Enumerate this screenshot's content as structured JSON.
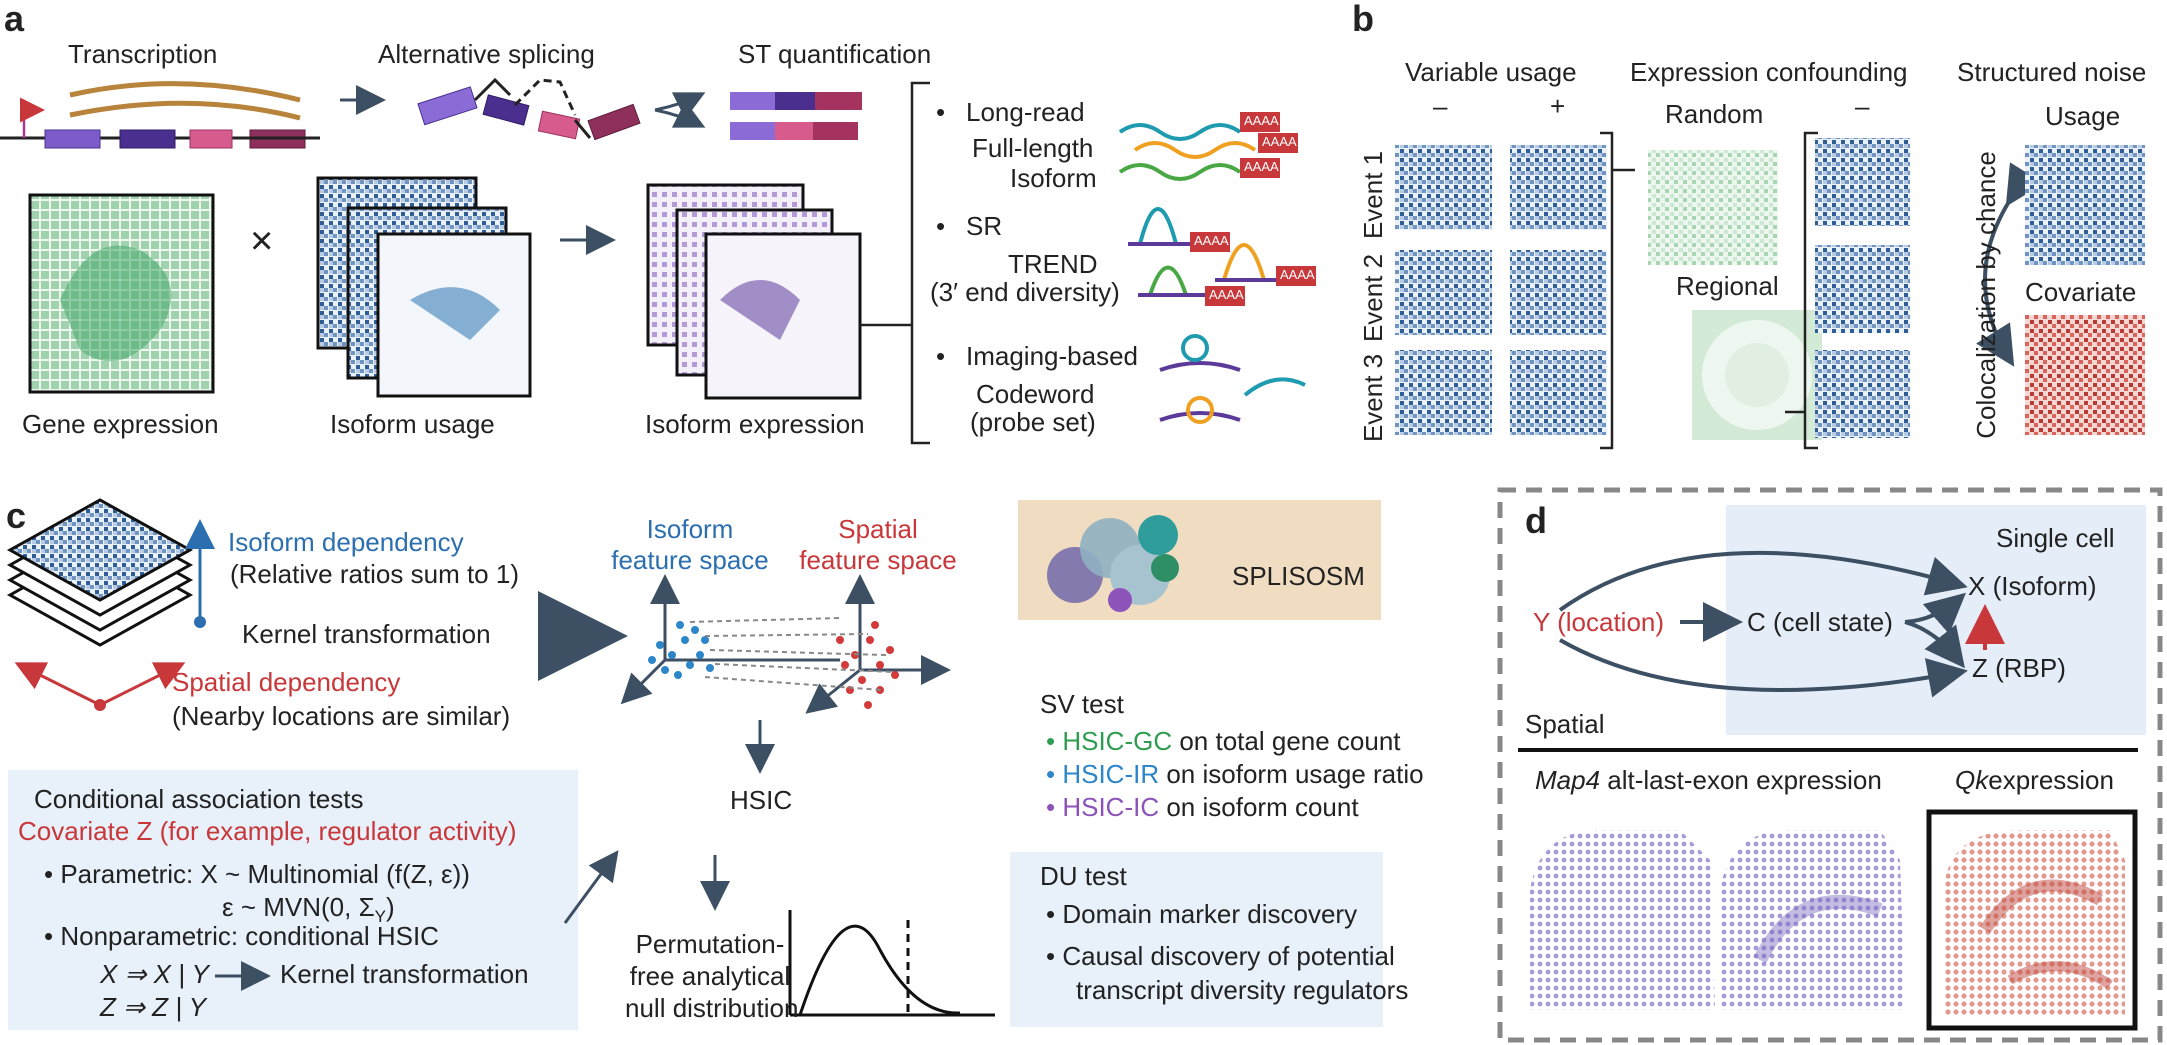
{
  "panels": {
    "a": {
      "letter": "a",
      "transcription": "Transcription",
      "alt_splicing": "Alternative splicing",
      "st_quant": "ST quantification",
      "gene_expression": "Gene expression",
      "times": "×",
      "isoform_usage": "Isoform usage",
      "isoform_expression": "Isoform expression",
      "methods": [
        {
          "bullet": "•",
          "title": "Long-read",
          "l1": "Full-length",
          "l2": "Isoform"
        },
        {
          "bullet": "•",
          "title": "SR",
          "l1": "TREND",
          "l2": "(3′ end diversity)"
        },
        {
          "bullet": "•",
          "title": "Imaging-based",
          "l1": "Codeword",
          "l2": "(probe set)"
        }
      ],
      "polya": "AAAA"
    },
    "b": {
      "letter": "b",
      "variable_usage": "Variable usage",
      "minus": "–",
      "plus": "+",
      "expression_confounding": "Expression confounding",
      "random": "Random",
      "regional": "Regional",
      "conf_minus": "–",
      "structured_noise": "Structured noise",
      "usage": "Usage",
      "covariate": "Covariate",
      "colocalization": "Colocalization by chance",
      "events": [
        "Event 1",
        "Event 2",
        "Event 3"
      ]
    },
    "c": {
      "letter": "c",
      "isoform_dependency": "Isoform dependency",
      "ratios_sum": "(Relative ratios sum to 1)",
      "kernel_transformation": "Kernel transformation",
      "spatial_dependency": "Spatial dependency",
      "nearby": "(Nearby locations are similar)",
      "isoform_feature_1": "Isoform",
      "isoform_feature_2": "feature space",
      "spatial_feature_1": "Spatial",
      "spatial_feature_2": "feature space",
      "hsic": "HSIC",
      "splisosm": "SPLISOSM",
      "perm_1": "Permutation-",
      "perm_2": "free analytical",
      "perm_3": "null distribution",
      "cond_title": "Conditional association tests",
      "covariate_z": "Covariate Z (for example, regulator activity)",
      "param_label": "Parametric: X ~ Multinomial (f(Z, ε))",
      "param_eps": "ε ~ MVN(0, Σ",
      "param_sub": "Y",
      "param_end": ")",
      "nonparam": "Nonparametric: conditional HSIC",
      "x_cond": "X ⇒ X | Y",
      "z_cond": "Z ⇒ Z | Y",
      "kernel_transformation_2": "Kernel transformation",
      "sv_test": "SV test",
      "sv_items": [
        {
          "name": "HSIC-GC",
          "desc": " on total gene count",
          "color": "#2e9d52"
        },
        {
          "name": "HSIC-IR",
          "desc": " on isoform usage ratio",
          "color": "#2c86c9"
        },
        {
          "name": "HSIC-IC",
          "desc": " on isoform count",
          "color": "#8c53b8"
        }
      ],
      "du_test": "DU test",
      "du_items": [
        "Domain marker discovery",
        "Causal discovery of potential",
        "transcript diversity regulators"
      ]
    },
    "d": {
      "letter": "d",
      "single_cell": "Single cell",
      "y_location": "Y (location)",
      "c_state": "C (cell state)",
      "x_isoform": "X (Isoform)",
      "z_rbp": "Z (RBP)",
      "spatial": "Spatial",
      "map4_gene": "Map4",
      "map4_rest": " alt-last-exon expression",
      "qk_gene": "Qk",
      "qk_rest": "expression"
    }
  },
  "colors": {
    "green": "#2e9d52",
    "blue": "#2c6fb0",
    "red": "#c8373a",
    "purple": "#5b3a9a",
    "arrow": "#3d4f63",
    "light_panel": "#e8f0fa",
    "splisosm_bg": "#f0dcc0"
  }
}
